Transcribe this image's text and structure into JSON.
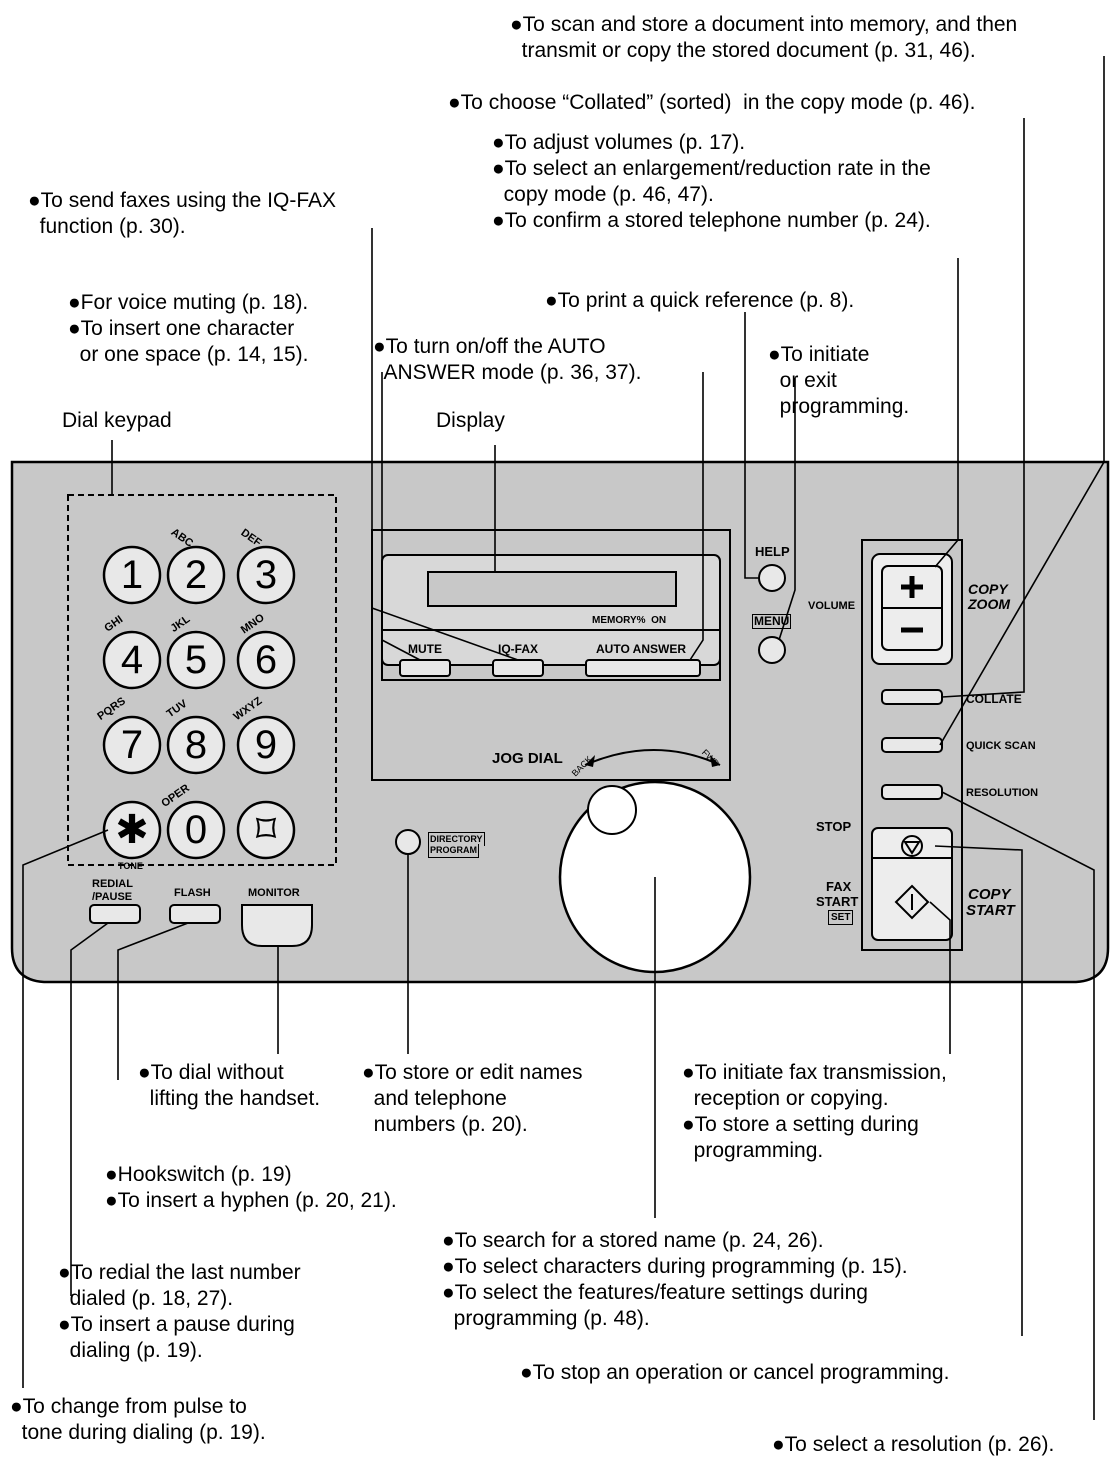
{
  "callouts": {
    "scan_store": [
      "●To scan and store a document into memory, and then",
      "  transmit or copy the stored document (p. 31, 46)."
    ],
    "collated": [
      "●To choose “Collated” (sorted)  in the copy mode (p. 46)."
    ],
    "volumes": [
      "●To adjust volumes (p. 17).",
      "●To select an enlargement/reduction rate in the",
      "  copy mode (p. 46, 47).",
      "●To confirm a stored telephone number (p. 24)."
    ],
    "iqfax": [
      "●To send faxes using the IQ-FAX",
      "  function (p. 30)."
    ],
    "mute": [
      "●For voice muting (p. 18).",
      "●To insert one character",
      "  or one space (p. 14, 15)."
    ],
    "print_ref": [
      "●To print a quick reference (p. 8)."
    ],
    "auto_answer": [
      "●To turn on/off the AUTO",
      "  ANSWER mode (p. 36, 37)."
    ],
    "menu": [
      "●To initiate",
      "  or exit",
      "  programming."
    ],
    "monitor": [
      "●To dial without",
      "  lifting the handset."
    ],
    "directory": [
      "●To store or edit names",
      "  and telephone",
      "  numbers (p. 20)."
    ],
    "fax_start": [
      "●To initiate fax transmission,",
      "  reception or copying.",
      "●To store a setting during",
      "  programming."
    ],
    "flash": [
      "●Hookswitch (p. 19)",
      "●To insert a hyphen (p. 20, 21)."
    ],
    "jog": [
      "●To search for a stored name (p. 24, 26).",
      "●To select characters during programming (p. 15).",
      "●To select the features/feature settings during",
      "  programming (p. 48)."
    ],
    "redial": [
      "●To redial the last number",
      "  dialed (p. 18, 27).",
      "●To insert a pause during",
      "  dialing (p. 19)."
    ],
    "stop": [
      "●To stop an operation or cancel programming."
    ],
    "tone": [
      "●To change from pulse to",
      "  tone during dialing (p. 19)."
    ],
    "resolution": [
      "●To select a resolution (p. 26)."
    ]
  },
  "labels": {
    "dial_keypad": "Dial keypad",
    "display": "Display"
  },
  "panel": {
    "memory_on": "MEMORY%  ON",
    "mute": "MUTE",
    "iqfax": "IQ-FAX",
    "auto_answer": "AUTO ANSWER",
    "help": "HELP",
    "menu": "MENU",
    "volume": "VOLUME",
    "copy_zoom_1": "COPY",
    "copy_zoom_2": "ZOOM",
    "collate": "COLLATE",
    "quick_scan": "QUICK SCAN",
    "resolution": "RESOLUTION",
    "jog_dial": "JOG DIAL",
    "back": "BACK",
    "fwd": "FWD",
    "directory_1": "DIRECTORY",
    "directory_2": "PROGRAM",
    "stop": "STOP",
    "fax_start_1": "FAX",
    "fax_start_2": "START",
    "set": "SET",
    "copy_start_1": "COPY",
    "copy_start_2": "START",
    "redial_1": "REDIAL",
    "redial_2": "/PAUSE",
    "flash": "FLASH",
    "monitor": "MONITOR",
    "tone": "TONE"
  },
  "keypad": [
    {
      "digit": "1",
      "letters": ""
    },
    {
      "digit": "2",
      "letters": "ABC"
    },
    {
      "digit": "3",
      "letters": "DEF"
    },
    {
      "digit": "4",
      "letters": "GHI"
    },
    {
      "digit": "5",
      "letters": "JKL"
    },
    {
      "digit": "6",
      "letters": "MNO"
    },
    {
      "digit": "7",
      "letters": "PQRS"
    },
    {
      "digit": "8",
      "letters": "TUV"
    },
    {
      "digit": "9",
      "letters": "WXYZ"
    },
    {
      "digit": "✱",
      "letters": ""
    },
    {
      "digit": "0",
      "letters": "OPER"
    },
    {
      "digit": "⌑",
      "letters": ""
    }
  ],
  "colors": {
    "panel": "#c8c8c8",
    "panel_dark": "#b4b4b4",
    "white": "#ffffff"
  }
}
